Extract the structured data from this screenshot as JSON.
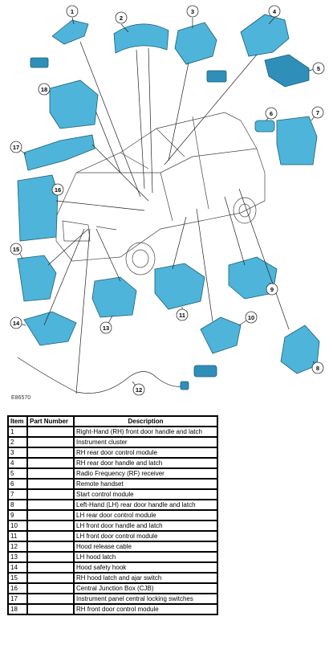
{
  "figure": {
    "code": "E86570",
    "callouts": [
      "1",
      "2",
      "3",
      "4",
      "5",
      "6",
      "7",
      "8",
      "9",
      "10",
      "11",
      "12",
      "13",
      "14",
      "15",
      "16",
      "17",
      "18"
    ]
  },
  "table": {
    "headers": {
      "item": "Item",
      "part_number": "Part Number",
      "description": "Description"
    },
    "rows": [
      {
        "item": "1",
        "part_number": "",
        "description": "Right-Hand (RH) front door handle and latch"
      },
      {
        "item": "2",
        "part_number": "",
        "description": "Instrument cluster"
      },
      {
        "item": "3",
        "part_number": "",
        "description": "RH rear door control module"
      },
      {
        "item": "4",
        "part_number": "",
        "description": "RH rear door handle and latch"
      },
      {
        "item": "5",
        "part_number": "",
        "description": "Radio Frequency (RF) receiver"
      },
      {
        "item": "6",
        "part_number": "",
        "description": "Remote handset"
      },
      {
        "item": "7",
        "part_number": "",
        "description": "Start control module"
      },
      {
        "item": "8",
        "part_number": "",
        "description": "Left-Hand (LH) rear door handle and latch"
      },
      {
        "item": "9",
        "part_number": "",
        "description": "LH rear door control module"
      },
      {
        "item": "10",
        "part_number": "",
        "description": "LH front door handle and latch"
      },
      {
        "item": "11",
        "part_number": "",
        "description": "LH front door control module"
      },
      {
        "item": "12",
        "part_number": "",
        "description": "Hood release cable"
      },
      {
        "item": "13",
        "part_number": "",
        "description": "LH hood latch"
      },
      {
        "item": "14",
        "part_number": "",
        "description": "Hood safety hook"
      },
      {
        "item": "15",
        "part_number": "",
        "description": "RH hood latch and ajar switch"
      },
      {
        "item": "16",
        "part_number": "",
        "description": "Central Junction Box (CJB)"
      },
      {
        "item": "17",
        "part_number": "",
        "description": "Instrument panel central locking switches"
      },
      {
        "item": "18",
        "part_number": "",
        "description": "RH front door control module"
      }
    ]
  }
}
